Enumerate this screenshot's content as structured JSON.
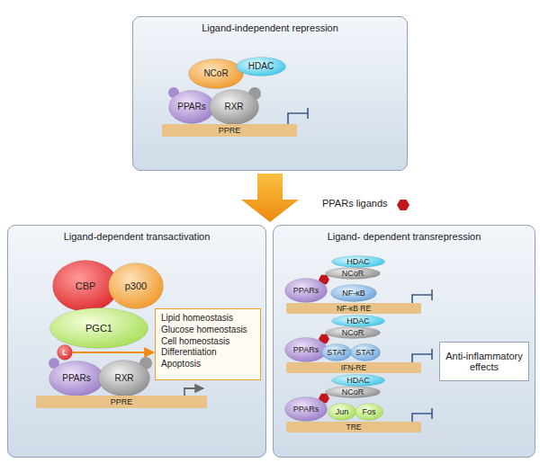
{
  "diagram": {
    "nodes": [
      {
        "text": [
          "Ligand-independent repression"
        ]
      },
      {
        "text": [
          "NCoR"
        ],
        "in": 0
      },
      {
        "text": [
          "HDAC"
        ],
        "in": 0
      },
      {
        "text": [
          "PPARs"
        ],
        "in": 0
      },
      {
        "text": [
          "RXR"
        ],
        "in": 0
      },
      {
        "text": [
          "PPRE"
        ],
        "in": 0
      },
      {
        "text": [
          "Ligand-dependent transactivation"
        ]
      },
      {
        "text": [
          "CBP"
        ],
        "in": 6
      },
      {
        "text": [
          "p300"
        ],
        "in": 6
      },
      {
        "text": [
          "PGC1"
        ],
        "in": 6
      },
      {
        "text": [
          "L"
        ],
        "in": 6
      },
      {
        "text": [
          "PPARs"
        ],
        "in": 6
      },
      {
        "text": [
          "RXR"
        ],
        "in": 6
      },
      {
        "text": [
          "PPRE"
        ],
        "in": 6
      },
      {
        "text": [
          "Lipid homeostasis",
          "Glucose homeostasis",
          "Cell homeostasis",
          "Differentiation",
          "Apoptosis"
        ],
        "in": 6
      },
      {
        "text": [
          "Ligand- dependent transrepression"
        ]
      },
      {
        "text": [
          "HDAC"
        ],
        "in": 15
      },
      {
        "text": [
          "NCoR"
        ],
        "in": 15
      },
      {
        "text": [
          "PPARs"
        ],
        "in": 15
      },
      {
        "text": [
          "NF-κB"
        ],
        "in": 15
      },
      {
        "text": [
          "NF-κB RE"
        ],
        "in": 15
      },
      {
        "text": [
          "HDAC"
        ],
        "in": 15
      },
      {
        "text": [
          "NCoR"
        ],
        "in": 15
      },
      {
        "text": [
          "PPARs"
        ],
        "in": 15
      },
      {
        "text": [
          "STAT"
        ],
        "in": 15
      },
      {
        "text": [
          "STAT"
        ],
        "in": 15
      },
      {
        "text": [
          "IFN-RE"
        ],
        "in": 15
      },
      {
        "text": [
          "HDAC"
        ],
        "in": 15
      },
      {
        "text": [
          "NCoR"
        ],
        "in": 15
      },
      {
        "text": [
          "PPARs"
        ],
        "in": 15
      },
      {
        "text": [
          "Jun"
        ],
        "in": 15
      },
      {
        "text": [
          "Fos"
        ],
        "in": 15
      },
      {
        "text": [
          "TRE"
        ],
        "in": 15
      },
      {
        "text": [
          "Anti-inflammatory effects"
        ],
        "in": 15
      }
    ],
    "edges": [
      {
        "from": 10,
        "to": 14,
        "arrow": "to"
      }
    ],
    "labels": [
      "PPARs ligands"
    ]
  }
}
